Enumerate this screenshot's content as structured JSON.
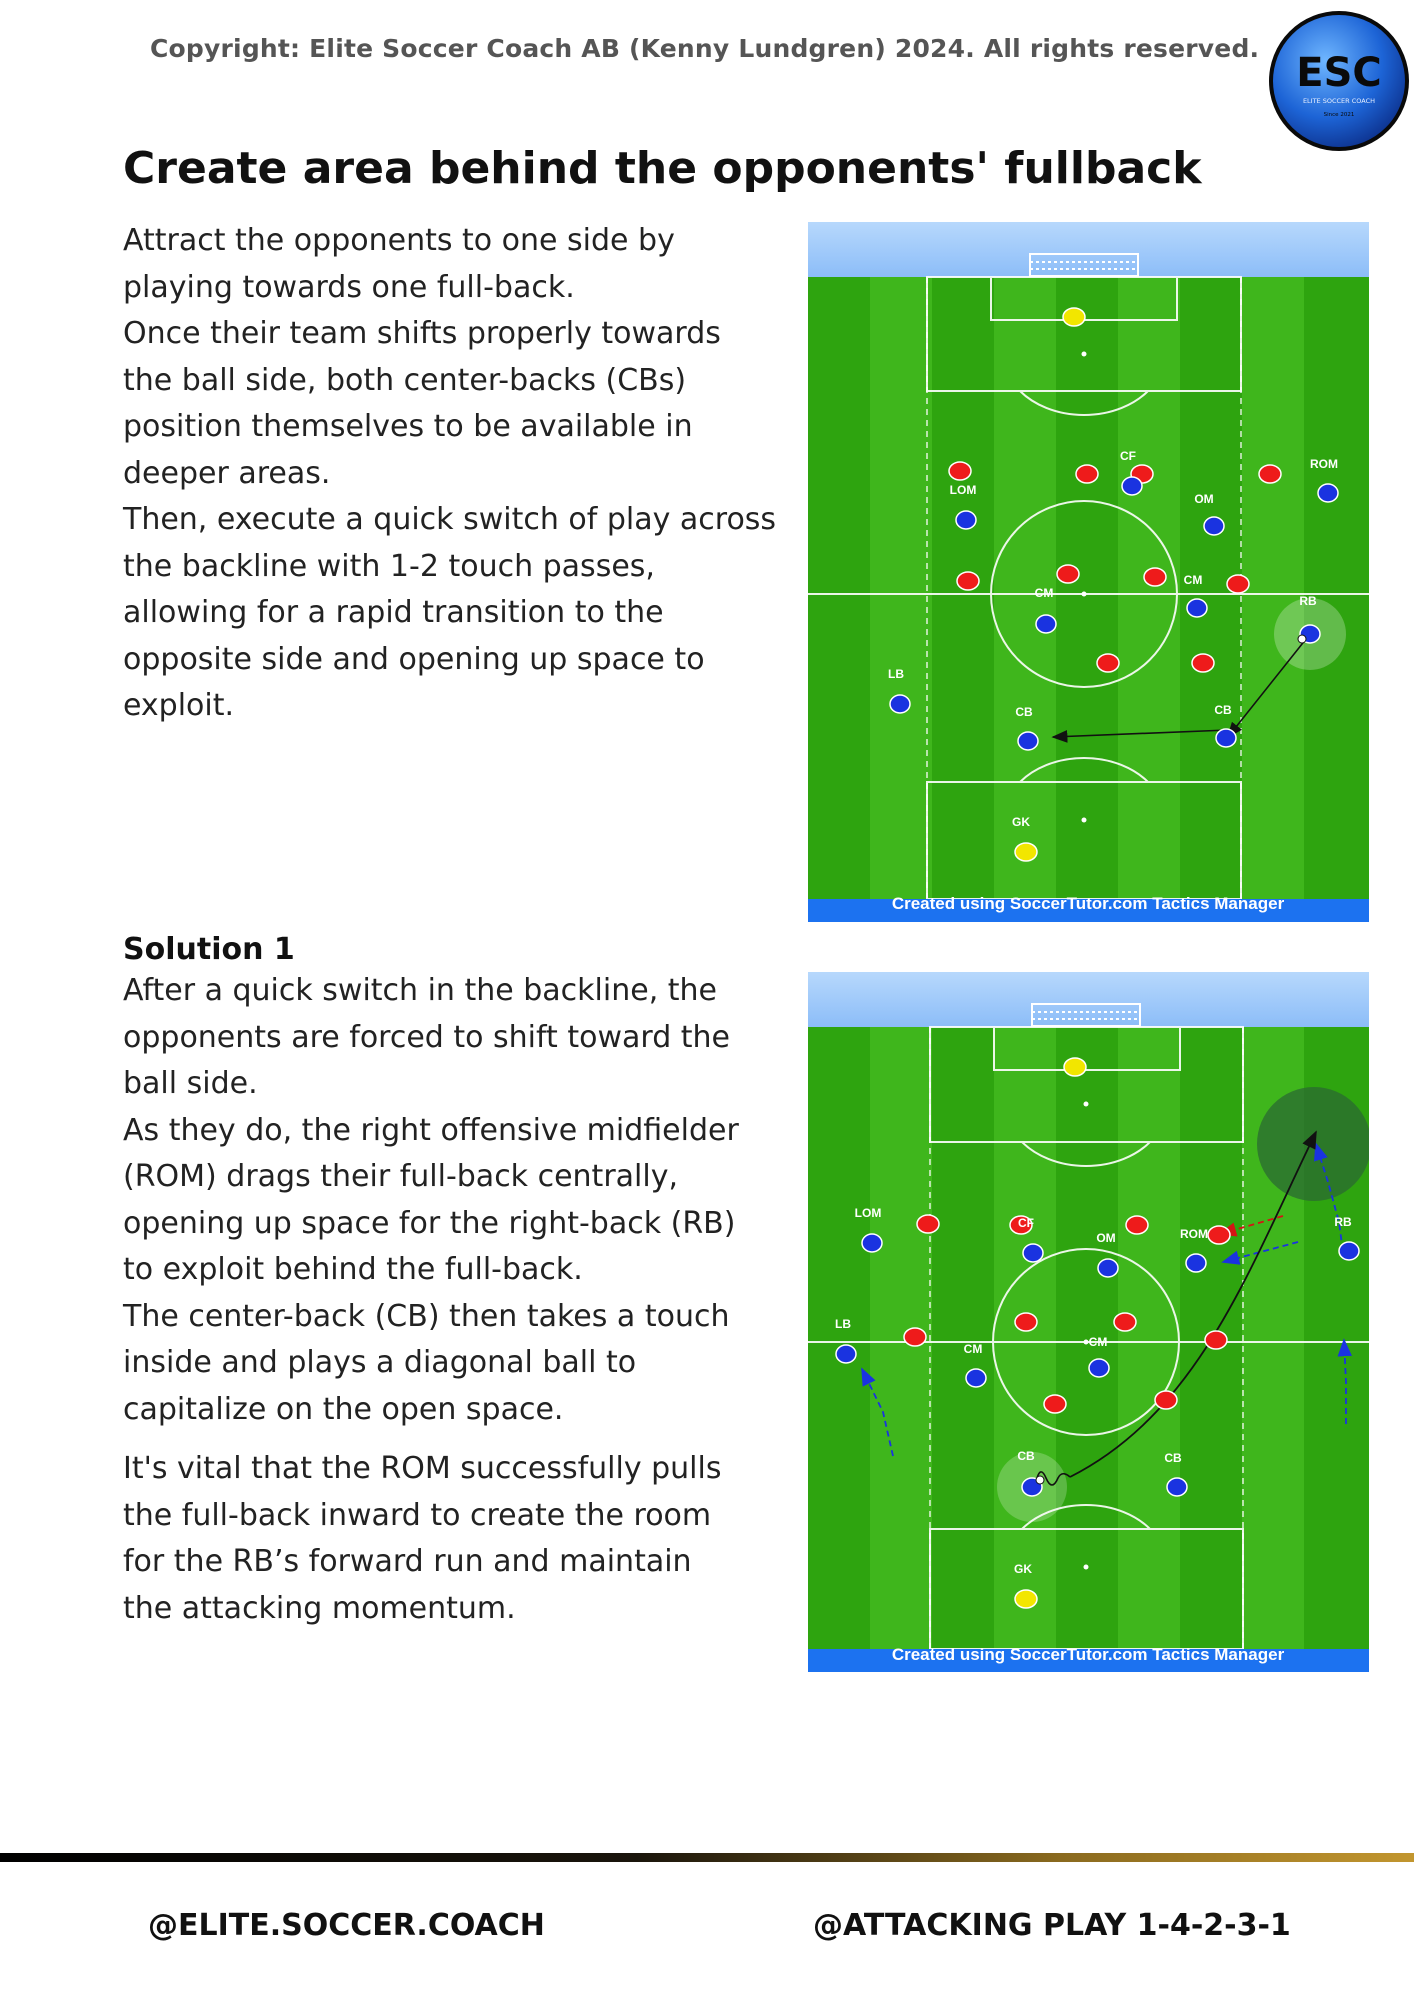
{
  "header": {
    "copyright": "Copyright: Elite Soccer Coach AB  (Kenny Lundgren) 2024. All rights reserved.",
    "logo": {
      "initials": "ESC",
      "name": "ELITE SOCCER COACH",
      "since": "Since 2021"
    }
  },
  "title": "Create area behind the opponents' fullback",
  "section1": {
    "lines": [
      "Attract the opponents to one side by",
      "playing towards one full-back.",
      "Once their team shifts properly towards",
      "the ball side, both center-backs (CBs)",
      "position themselves to be available in",
      "deeper areas.",
      "Then, execute a quick switch of play across",
      "the backline with 1-2 touch passes,",
      "allowing for a rapid transition to the",
      "opposite side and opening up space to",
      "exploit."
    ]
  },
  "section2": {
    "heading": "Solution 1",
    "lines": [
      "After a quick switch in the backline, the",
      "opponents are forced to shift toward the",
      "ball side.",
      "As they do, the right offensive midfielder",
      "(ROM) drags their full-back centrally,",
      "opening up space for the right-back (RB)",
      "to exploit behind the full-back.",
      "The center-back (CB) then takes a touch",
      "inside and plays a diagonal ball to",
      "capitalize on the open space."
    ],
    "lines2": [
      "It's vital that the ROM successfully pulls",
      "the full-back inward to create the room",
      "for the RB’s forward run and maintain",
      "the attacking momentum."
    ]
  },
  "diagram1": {
    "credit": "Created using SoccerTutor.com Tactics Manager",
    "labels": {
      "cf": "CF",
      "rom": "ROM",
      "lom": "LOM",
      "om": "OM",
      "cm_left": "CM",
      "cm_right": "CM",
      "rb": "RB",
      "lb": "LB",
      "cb_left": "CB",
      "cb_right": "CB",
      "gk": "GK"
    }
  },
  "diagram2": {
    "credit": "Created using SoccerTutor.com Tactics Manager",
    "labels": {
      "lom": "LOM",
      "cf": "CF",
      "om": "OM",
      "rom": "ROM",
      "rb": "RB",
      "lb": "LB",
      "cm_left": "CM",
      "cm_right": "CM",
      "cb_left": "CB",
      "cb_right": "CB",
      "gk": "GK"
    }
  },
  "footer": {
    "left": "@ELITE.SOCCER.COACH",
    "right": "@ATTACKING PLAY 1-4-2-3-1"
  },
  "colors": {
    "pitch_light": "#3fb61c",
    "pitch_dark": "#2ea40f",
    "sky": "#9cc8fb",
    "credit_bar": "#1c72f0",
    "team_blue": "#1a33e0",
    "team_red": "#ee1b1b",
    "keeper": "#f2e600"
  }
}
